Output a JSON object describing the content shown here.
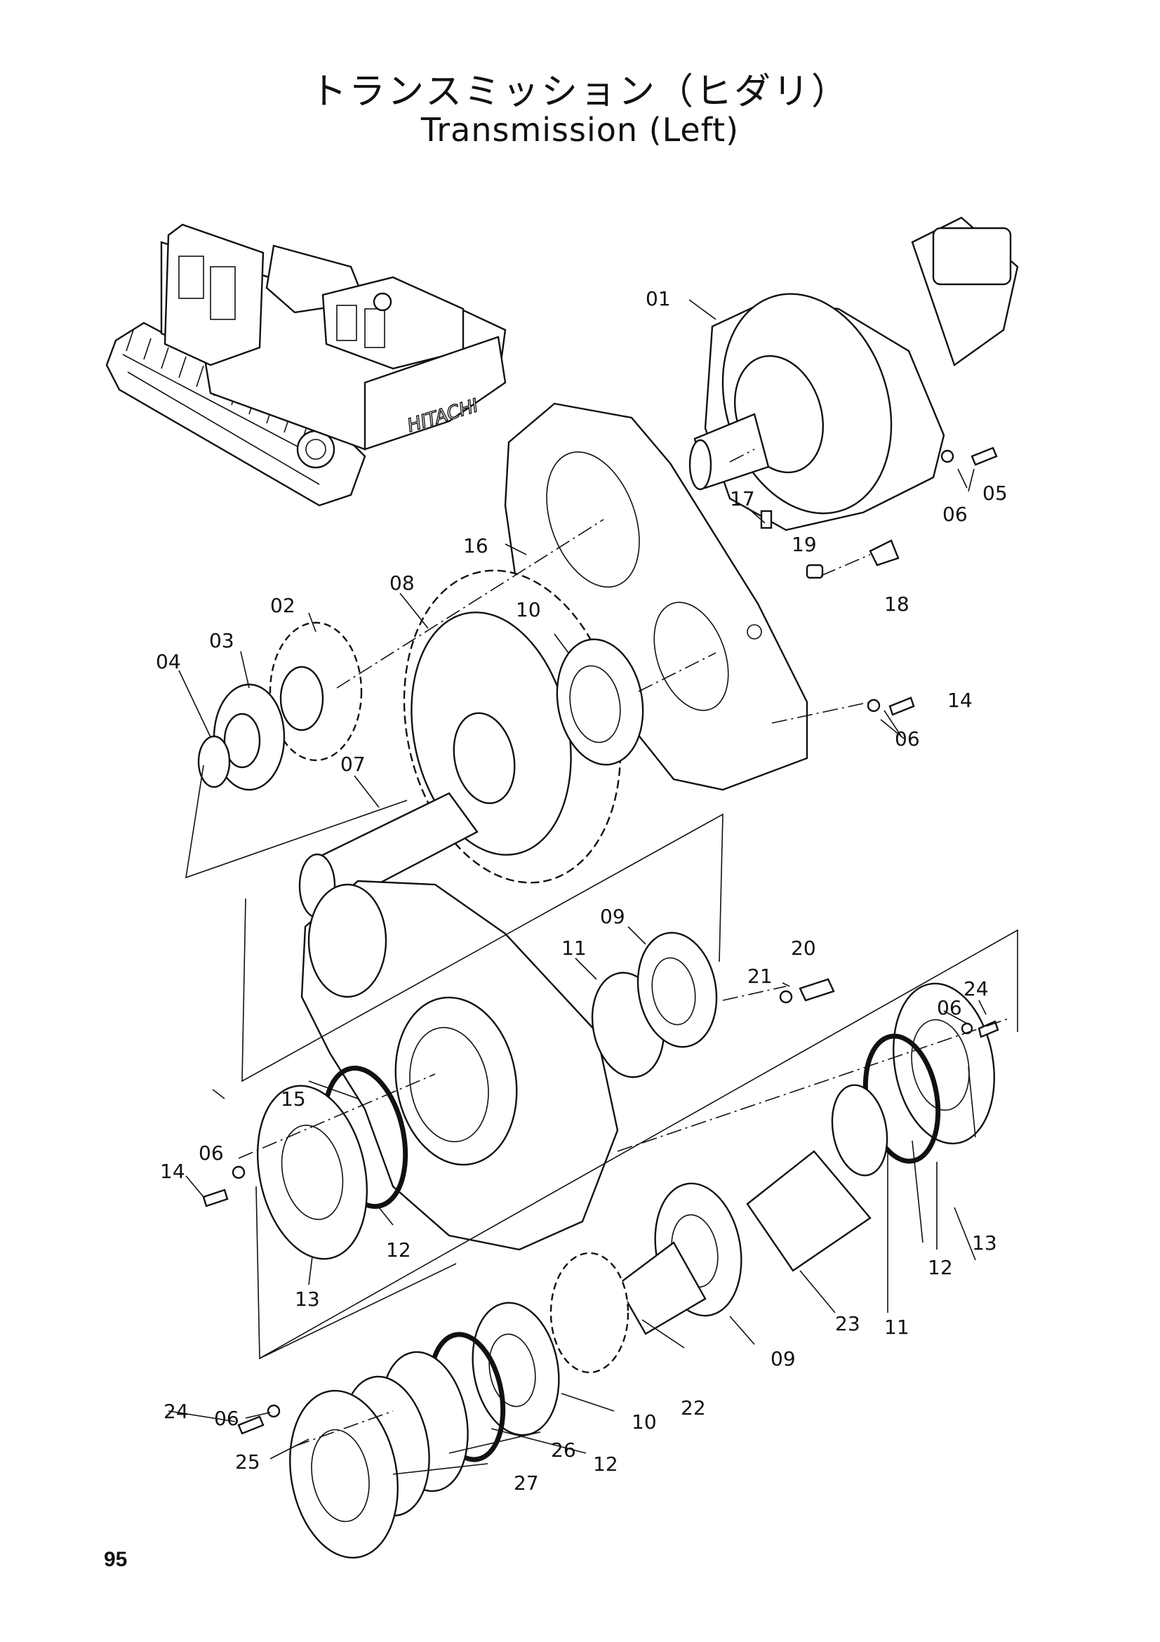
{
  "title_jp": "トランスミッション（ヒダリ）",
  "title_en": "Transmission (Left)",
  "page_number": "95",
  "machine_brand": "HITACHI",
  "callouts": [
    {
      "id": "c01",
      "text": "01"
    },
    {
      "id": "c02",
      "text": "02"
    },
    {
      "id": "c03",
      "text": "03"
    },
    {
      "id": "c04",
      "text": "04"
    },
    {
      "id": "c05",
      "text": "05"
    },
    {
      "id": "c06a",
      "text": "06"
    },
    {
      "id": "c06b",
      "text": "06"
    },
    {
      "id": "c06c",
      "text": "06"
    },
    {
      "id": "c06d",
      "text": "06"
    },
    {
      "id": "c06e",
      "text": "06"
    },
    {
      "id": "c07",
      "text": "07"
    },
    {
      "id": "c08",
      "text": "08"
    },
    {
      "id": "c09a",
      "text": "09"
    },
    {
      "id": "c09b",
      "text": "09"
    },
    {
      "id": "c10a",
      "text": "10"
    },
    {
      "id": "c10b",
      "text": "10"
    },
    {
      "id": "c11a",
      "text": "11"
    },
    {
      "id": "c11b",
      "text": "11"
    },
    {
      "id": "c12a",
      "text": "12"
    },
    {
      "id": "c12b",
      "text": "12"
    },
    {
      "id": "c12c",
      "text": "12"
    },
    {
      "id": "c13a",
      "text": "13"
    },
    {
      "id": "c13b",
      "text": "13"
    },
    {
      "id": "c14a",
      "text": "14"
    },
    {
      "id": "c14b",
      "text": "14"
    },
    {
      "id": "c15",
      "text": "15"
    },
    {
      "id": "c16",
      "text": "16"
    },
    {
      "id": "c17",
      "text": "17"
    },
    {
      "id": "c18",
      "text": "18"
    },
    {
      "id": "c19",
      "text": "19"
    },
    {
      "id": "c20",
      "text": "20"
    },
    {
      "id": "c21",
      "text": "21"
    },
    {
      "id": "c22",
      "text": "22"
    },
    {
      "id": "c23",
      "text": "23"
    },
    {
      "id": "c24a",
      "text": "24"
    },
    {
      "id": "c24b",
      "text": "24"
    },
    {
      "id": "c25",
      "text": "25"
    },
    {
      "id": "c26",
      "text": "26"
    },
    {
      "id": "c27",
      "text": "27"
    }
  ]
}
